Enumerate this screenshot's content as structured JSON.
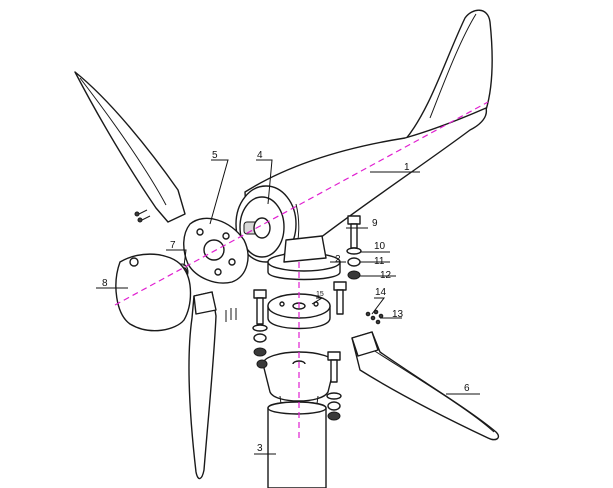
{
  "colors": {
    "axis_line": "#e020d0",
    "ink": "#1a1a1a"
  },
  "labels": [
    {
      "id": "p1",
      "text": "1"
    },
    {
      "id": "p2",
      "text": "2"
    },
    {
      "id": "p3",
      "text": "3"
    },
    {
      "id": "p4",
      "text": "4"
    },
    {
      "id": "p5",
      "text": "5"
    },
    {
      "id": "p6",
      "text": "6"
    },
    {
      "id": "p7",
      "text": "7"
    },
    {
      "id": "p8",
      "text": "8"
    },
    {
      "id": "p9",
      "text": "9"
    },
    {
      "id": "p10",
      "text": "10"
    },
    {
      "id": "p11",
      "text": "11"
    },
    {
      "id": "p12",
      "text": "12"
    },
    {
      "id": "p13",
      "text": "13"
    },
    {
      "id": "p14",
      "text": "14"
    },
    {
      "id": "p15",
      "text": "15"
    }
  ]
}
